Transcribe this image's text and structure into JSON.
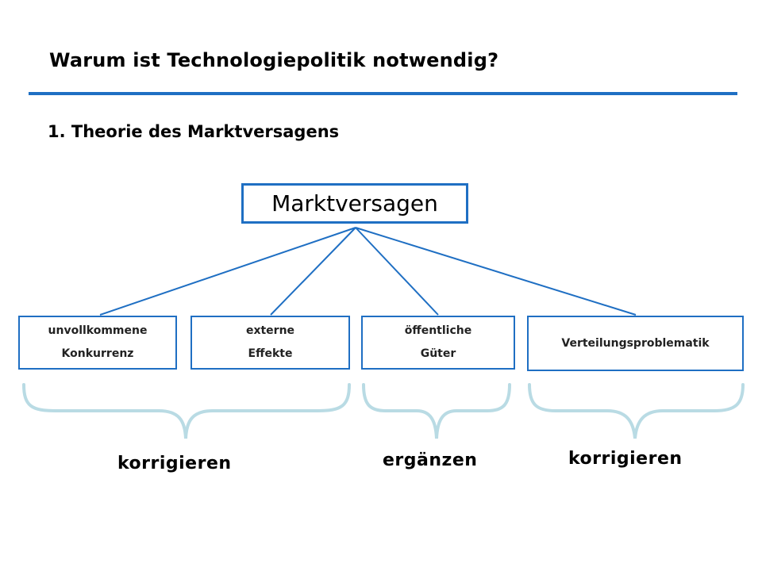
{
  "slide": {
    "title": "Warum ist Technologiepolitik notwendig?",
    "subtitle": "1. Theorie des Marktversagens"
  },
  "diagram": {
    "root": "Marktversagen",
    "categories": [
      {
        "line1": "unvollkommene",
        "line2": "Konkurrenz"
      },
      {
        "line1": "externe",
        "line2": "Effekte"
      },
      {
        "line1": "öffentliche",
        "line2": "Güter"
      },
      {
        "line1": "Verteilungsproblematik",
        "line2": ""
      }
    ],
    "actions": [
      "korrigieren",
      "ergänzen",
      "korrigieren"
    ],
    "colors": {
      "accent": "#1f6fc3",
      "brace": "#b9dbe4"
    }
  }
}
